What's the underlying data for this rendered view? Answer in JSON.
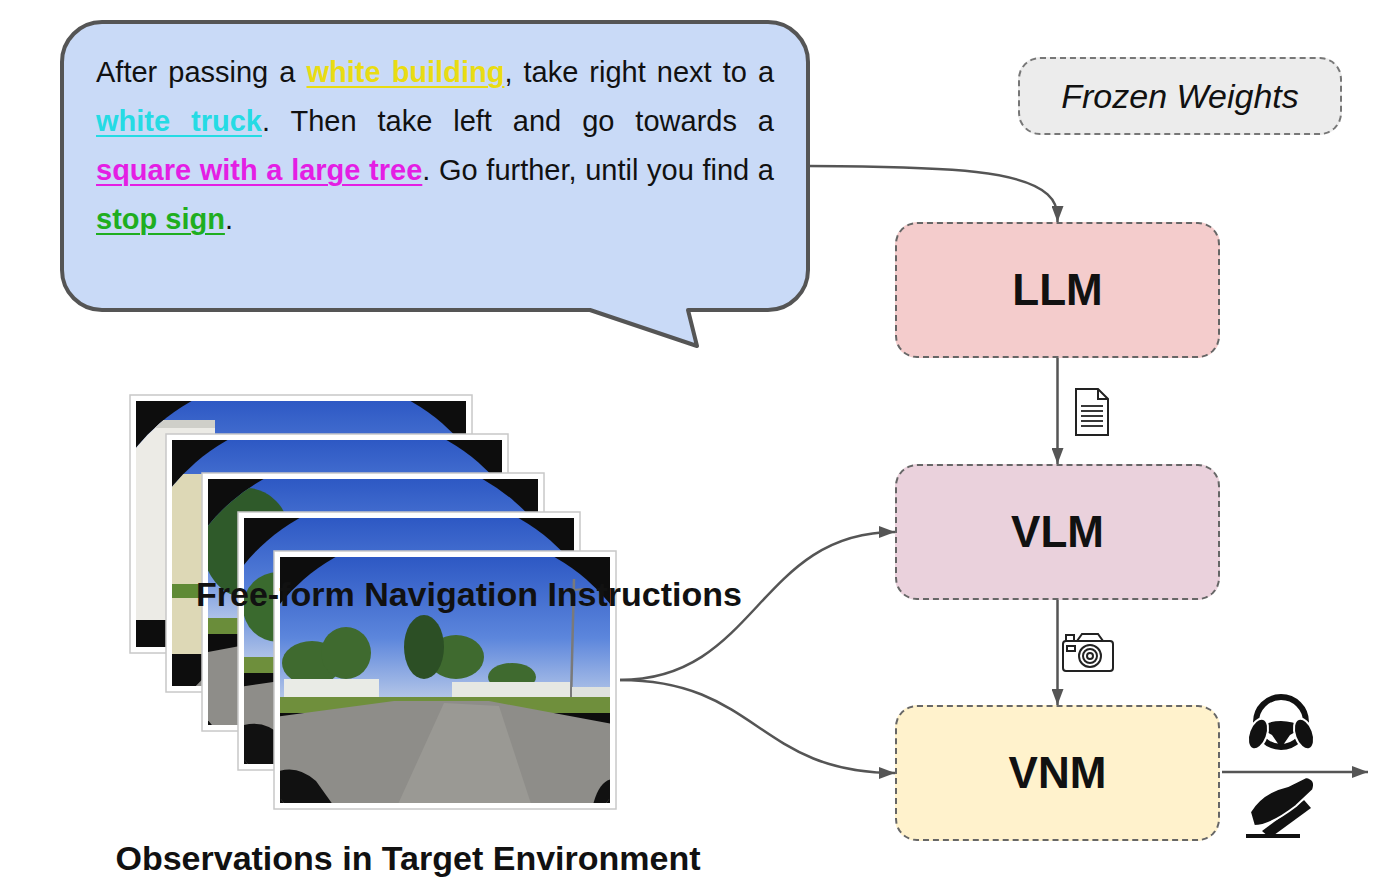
{
  "diagram": {
    "nodes": [
      {
        "text": [
          "After passing a ",
          "white building",
          ", take right next to a ",
          "white truck",
          ". Then take left and go towards a ",
          "square with a large tree",
          ". Go further, until you find a ",
          "stop sign",
          ".",
          "Free-form Navigation Instructions"
        ]
      },
      {
        "text": [
          "Frozen Weights"
        ]
      },
      {
        "text": [
          "LLM"
        ]
      },
      {
        "text": [
          "Observations in Target Environment"
        ]
      },
      {
        "text": [
          "VLM"
        ]
      },
      {
        "text": [
          "VNM"
        ]
      }
    ],
    "edges": [
      {
        "from": 0,
        "to": 2,
        "arrow": "to"
      },
      {
        "from": 2,
        "to": 4,
        "arrow": "to"
      },
      {
        "from": 3,
        "to": 4,
        "arrow": "to"
      },
      {
        "from": 3,
        "to": 5,
        "arrow": "to"
      },
      {
        "from": 4,
        "to": 5,
        "arrow": "to"
      }
    ]
  }
}
